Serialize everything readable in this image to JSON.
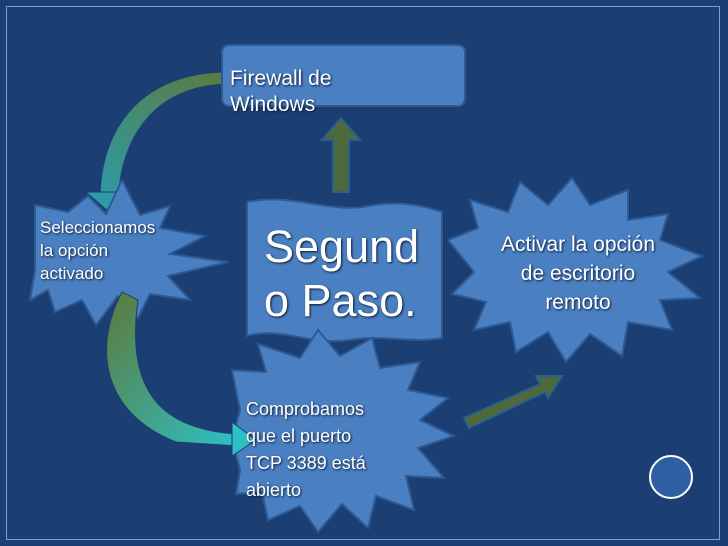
{
  "shapes": {
    "firewall": {
      "text": [
        "Firewall de",
        "Windows"
      ]
    },
    "center": {
      "text": [
        "Segund",
        "o Paso."
      ]
    },
    "left": {
      "text": [
        "Seleccionamos",
        "la opción",
        "activado"
      ]
    },
    "right": {
      "text": [
        "Activar la opción",
        "de escritorio",
        "remoto"
      ]
    },
    "bottom": {
      "text": [
        "Comprobamos",
        "que el puerto",
        "TCP 3389 está",
        "abierto"
      ]
    }
  },
  "colors": {
    "background": "#1c3f73",
    "shape_fill": "#4a7fc1",
    "shape_stroke": "#2d5a95",
    "arrow_green": "#4f6a3a",
    "arrow_teal": "#2aa0a8",
    "frame": "#7fa0c9"
  }
}
